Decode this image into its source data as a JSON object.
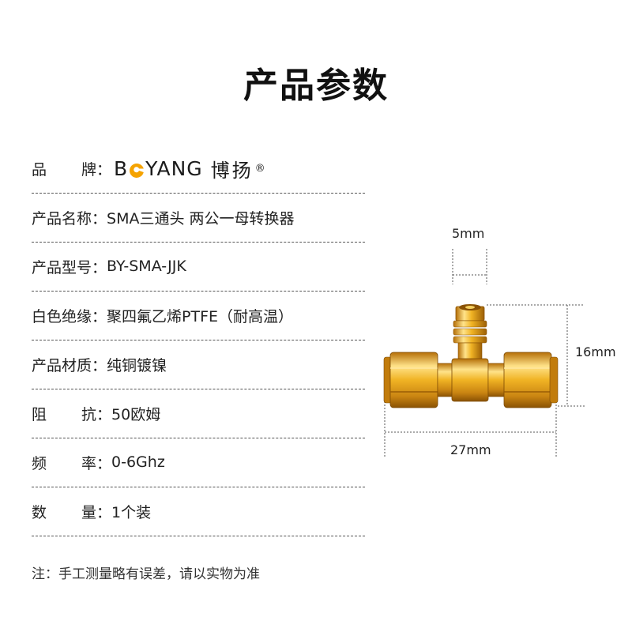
{
  "title": "产品参数",
  "specs": [
    {
      "label_chars": [
        "品",
        "牌"
      ],
      "value": ""
    },
    {
      "label_chars": [
        "产品名称"
      ],
      "value": "SMA三通头 两公一母转换器"
    },
    {
      "label_chars": [
        "产品型号"
      ],
      "value": "BY-SMA-JJK"
    },
    {
      "label_chars": [
        "白色绝缘"
      ],
      "value": "聚四氟乙烯PTFE（耐高温）"
    },
    {
      "label_chars": [
        "产品材质"
      ],
      "value": "纯铜镀镍"
    },
    {
      "label_chars": [
        "阻",
        "抗"
      ],
      "value": "50欧姆"
    },
    {
      "label_chars": [
        "频",
        "率"
      ],
      "value": "0-6Ghz"
    },
    {
      "label_chars": [
        "数",
        "量"
      ],
      "value": "1个装"
    }
  ],
  "separator": "：",
  "brand": {
    "latin_left": "B",
    "latin_right": "YANG",
    "chinese": "博扬",
    "reg": "®",
    "accent_color": "#f5a300"
  },
  "note": "注：手工测量略有误差，请以实物为准",
  "dimensions": {
    "top": "5mm",
    "right": "16mm",
    "bottom": "27mm"
  },
  "colors": {
    "gold_light": "#ffe38a",
    "gold_mid": "#f0b324",
    "gold_dark": "#b56f08",
    "line": "#555555"
  }
}
